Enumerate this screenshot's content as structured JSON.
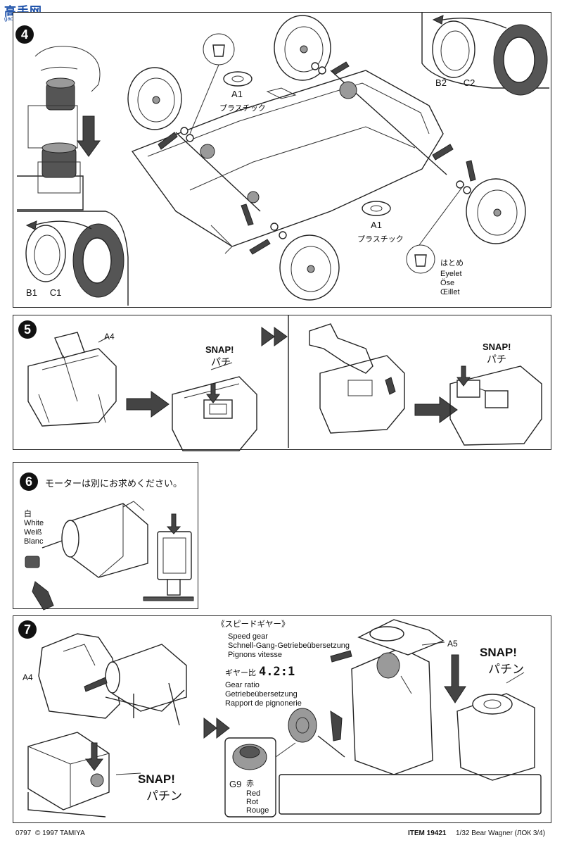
{
  "watermark": {
    "brand": "高手网",
    "url": "gao-shou.com"
  },
  "step4": {
    "number": "4",
    "part_a1_top": "A1",
    "plastic_top": "プラスチック",
    "part_a1_bottom": "A1",
    "plastic_bottom": "プラスチック",
    "eyelet_jp": "はとめ",
    "eyelet_en": "Eyelet",
    "eyelet_de": "Öse",
    "eyelet_fr": "Œillet",
    "part_b2": "B2",
    "part_c2": "C2",
    "part_b1": "B1",
    "part_c1": "C1"
  },
  "step5": {
    "number": "5",
    "part_a4": "A4",
    "snap1_en": "SNAP!",
    "snap1_jp": "パチ",
    "snap2_en": "SNAP!",
    "snap2_jp": "パチ"
  },
  "step6": {
    "number": "6",
    "note_jp": "モーターは別にお求めください。",
    "color_jp": "白",
    "color_en": "White",
    "color_de": "Weiß",
    "color_fr": "Blanc"
  },
  "step7": {
    "number": "7",
    "part_a4": "A4",
    "part_a5": "A5",
    "snap_left_en": "SNAP!",
    "snap_left_jp": "パチン",
    "snap_right_en": "SNAP!",
    "snap_right_jp": "パチン",
    "speed_gear_jp": "《スピードギヤー》",
    "speed_gear_en": "Speed gear",
    "speed_gear_de": "Schnell-Gang-Getriebeübersetzung",
    "speed_gear_fr": "Pignons vitesse",
    "ratio_jp": "ギヤー比",
    "ratio_value": "4.2:1",
    "ratio_en": "Gear ratio",
    "ratio_de": "Getriebeübersetzung",
    "ratio_fr": "Rapport de pignonerie",
    "part_g9": "G9",
    "g9_color_jp": "赤",
    "g9_color_en": "Red",
    "g9_color_de": "Rot",
    "g9_color_fr": "Rouge"
  },
  "footer": {
    "code": "0797",
    "copyright": "© 1997 TAMIYA",
    "item": "ITEM 19421",
    "scale_title": "1/32 Bear Wagner (ЛОК 3/4)"
  }
}
